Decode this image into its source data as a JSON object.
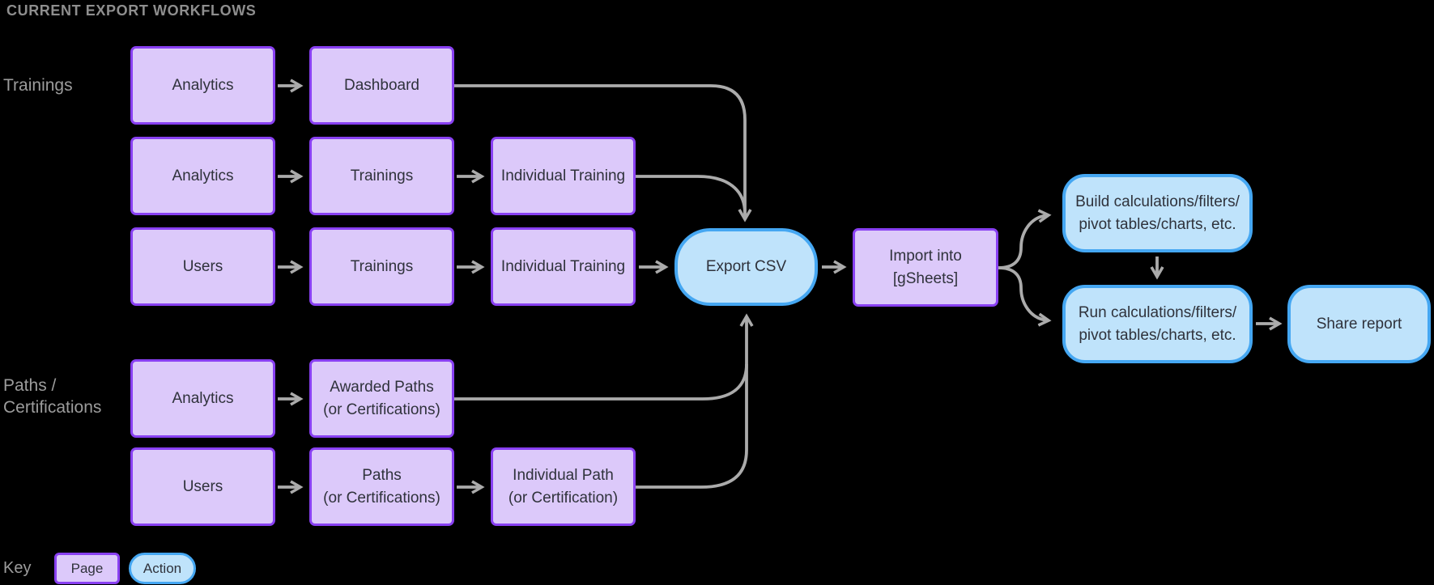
{
  "title": "CURRENT EXPORT WORKFLOWS",
  "side_labels": {
    "trainings": "Trainings",
    "paths_certifications": "Paths /\nCertifications"
  },
  "nodes": {
    "t1a": "Analytics",
    "t1b": "Dashboard",
    "t2a": "Analytics",
    "t2b": "Trainings",
    "t2c": "Individual Training",
    "t3a": "Users",
    "t3b": "Trainings",
    "t3c": "Individual Training",
    "export_csv": "Export CSV",
    "import_gsheets": "Import into [gSheets]",
    "build": "Build calculations/filters/\npivot tables/charts, etc.",
    "run": "Run calculations/filters/\npivot tables/charts, etc.",
    "share": "Share report",
    "p1a": "Analytics",
    "p1b": "Awarded Paths\n(or Certifications)",
    "p2a": "Users",
    "p2b": "Paths\n(or Certifications)",
    "p2c": "Individual Path\n(or Certification)"
  },
  "key": {
    "label": "Key",
    "page": "Page",
    "action": "Action"
  },
  "edges": [
    {
      "from": "analytics-trainings-1",
      "to": "dashboard"
    },
    {
      "from": "dashboard",
      "to": "export-csv"
    },
    {
      "from": "analytics-trainings-2",
      "to": "trainings-2"
    },
    {
      "from": "trainings-2",
      "to": "individual-training-2"
    },
    {
      "from": "individual-training-2",
      "to": "export-csv"
    },
    {
      "from": "users-3",
      "to": "trainings-3"
    },
    {
      "from": "trainings-3",
      "to": "individual-training-3"
    },
    {
      "from": "individual-training-3",
      "to": "export-csv"
    },
    {
      "from": "export-csv",
      "to": "import-gsheets"
    },
    {
      "from": "import-gsheets",
      "to": "build-calculations"
    },
    {
      "from": "import-gsheets",
      "to": "run-calculations"
    },
    {
      "from": "build-calculations",
      "to": "run-calculations"
    },
    {
      "from": "run-calculations",
      "to": "share-report"
    },
    {
      "from": "analytics-paths",
      "to": "awarded-paths"
    },
    {
      "from": "awarded-paths",
      "to": "export-csv"
    },
    {
      "from": "users-paths",
      "to": "paths"
    },
    {
      "from": "paths",
      "to": "individual-path"
    },
    {
      "from": "individual-path",
      "to": "export-csv"
    }
  ],
  "colors": {
    "background": "#000000",
    "page_fill": "#DCC9FA",
    "page_border": "#8940F2",
    "action_fill": "#BFE3FB",
    "action_border": "#45A7F2",
    "connector": "#ABABAB",
    "node_text": "#2F323B",
    "label_text": "#9C9C9C",
    "title_text": "#8E8E8E"
  }
}
